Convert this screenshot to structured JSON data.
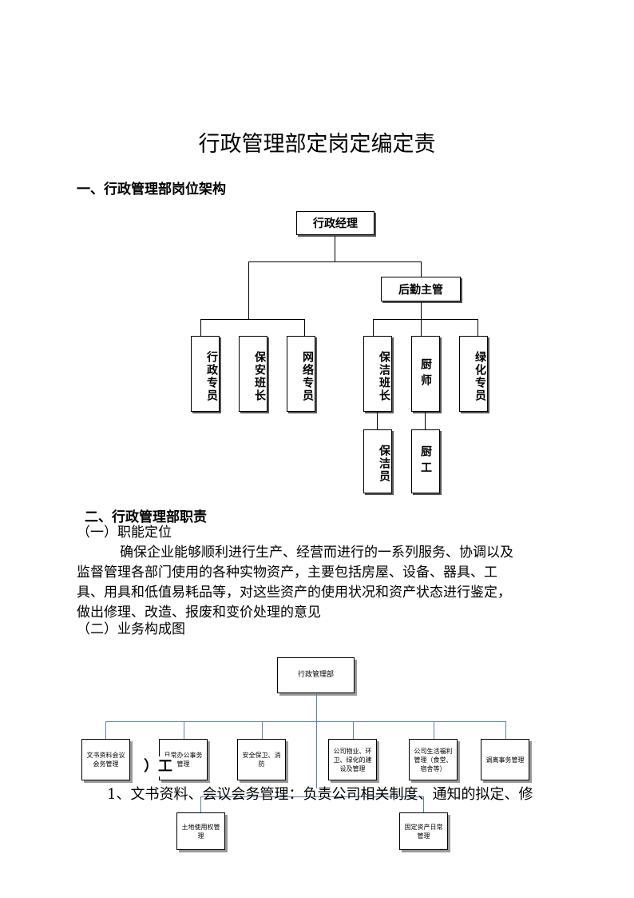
{
  "title": "行政管理部定岗定编定责",
  "section1": {
    "heading": "一、行政管理部岗位架构"
  },
  "org": {
    "root": "行政经理",
    "manager": "后勤主管",
    "positions": [
      "行政专员",
      "保安班长",
      "网络专员",
      "保洁班长",
      "厨师",
      "绿化专员"
    ],
    "sub_positions": [
      "保洁员",
      "厨工"
    ]
  },
  "section2": {
    "heading": "二、行政管理部职责",
    "sub1": "（一）职能定位",
    "para": [
      "确保企业能够顺利进行生产、经营而进行的一系列服务、协调以及",
      "监督管理各部门使用的各种实物资产，主要包括房屋、设备、器具、工",
      "具、用具和低值易耗品等，对这些资产的使用状况和资产状态进行鉴定，",
      "做出修理、改造、报废和变价处理的意见"
    ],
    "sub2": "（二）业务构成图"
  },
  "biz": {
    "root": "行政管理部",
    "items": [
      "文书资料会议会务管理",
      "日常办公事务管理",
      "安全保卫、消防",
      "公司物业、环卫、绿化的建设及管理",
      "公司生活福利管理（食堂、宿舍等）",
      "调离事务管理"
    ],
    "sub_items": [
      "土地使用权管理",
      "固定资产日常管理"
    ]
  },
  "overlap": {
    "fragment": "）工",
    "line": "1、文书资料、会议会务管理：负责公司相关制度、通知的拟定、修"
  }
}
